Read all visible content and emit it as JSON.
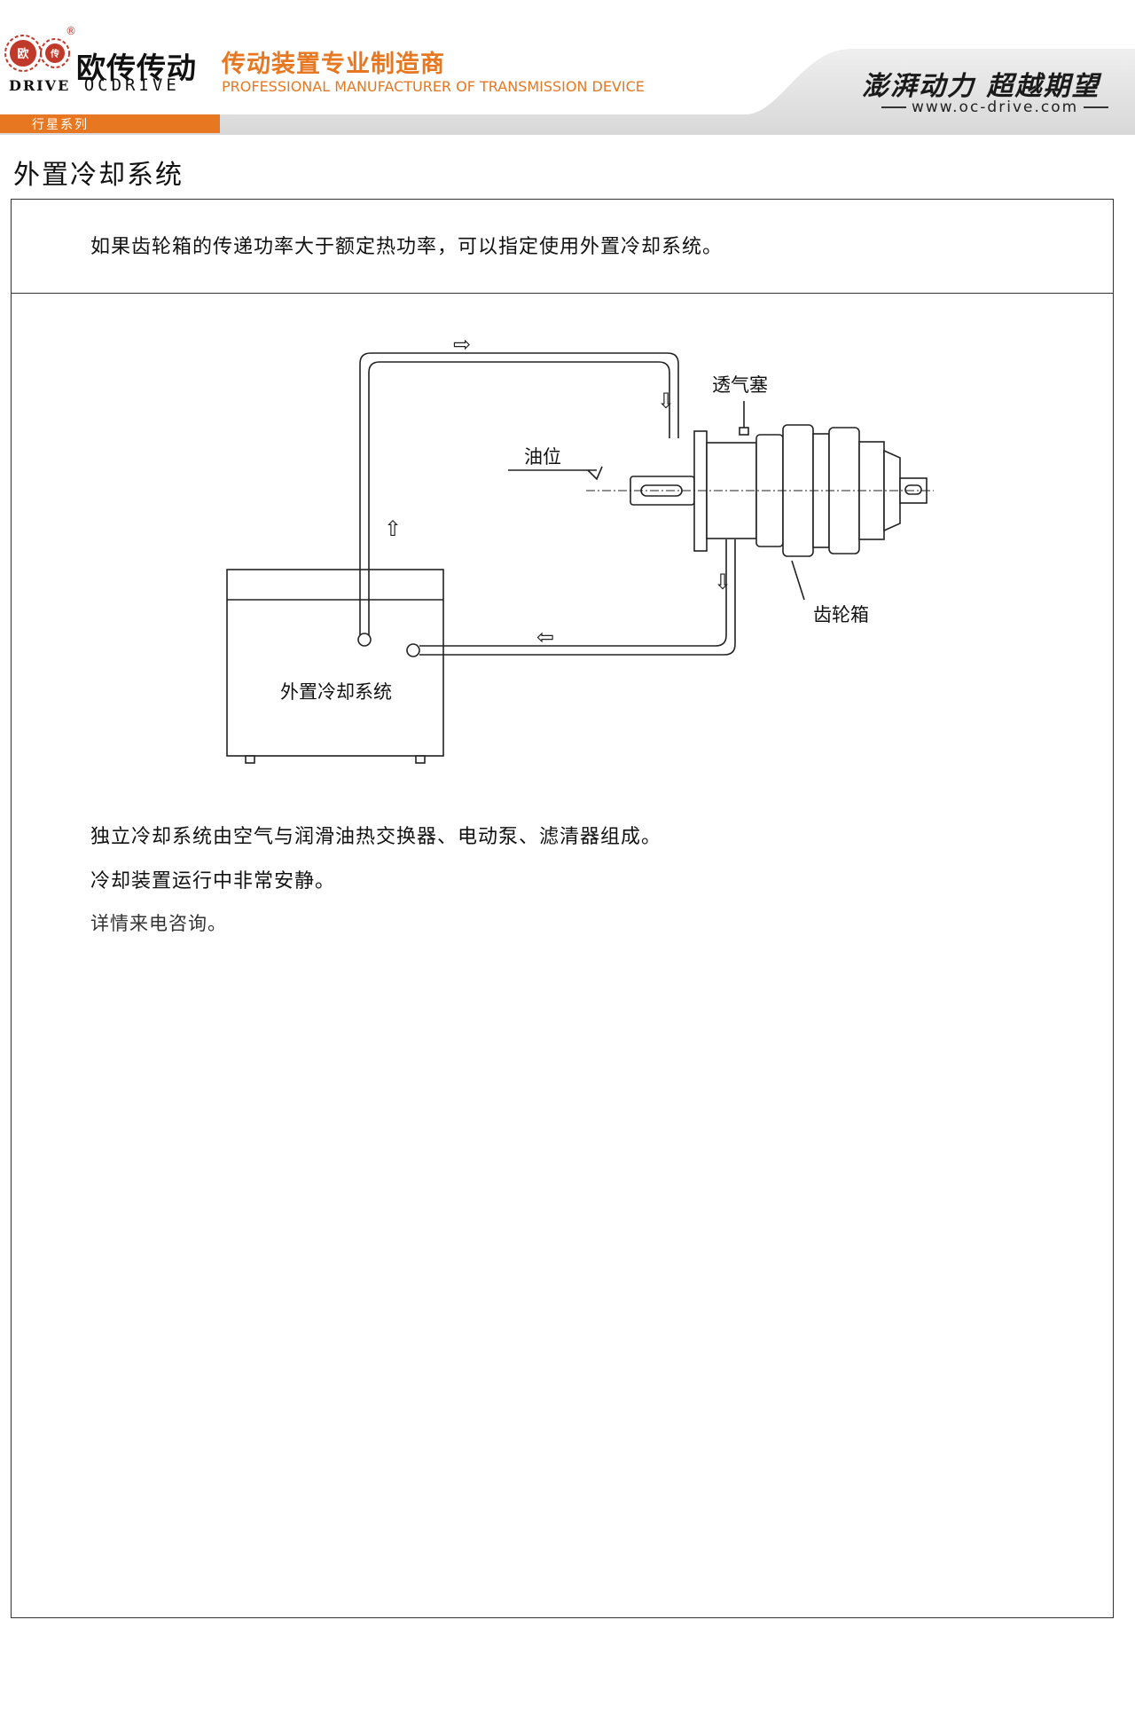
{
  "header": {
    "logo_char_1": "欧",
    "logo_char_2": "传",
    "brand_cn": "欧传传动",
    "brand_en_prefix": "DRIVE",
    "brand_en": "OCDRIVE",
    "registered": "®",
    "tagline_cn": "传动装置专业制造商",
    "tagline_en": "PROFESSIONAL MANUFACTURER OF TRANSMISSION DEVICE",
    "slogan": "澎湃动力 超越期望",
    "website": "www.oc-drive.com",
    "series": "行星系列"
  },
  "colors": {
    "accent": "#e87722",
    "band": "#e3e3e3",
    "ink": "#111111"
  },
  "page": {
    "title": "外置冷却系统",
    "intro": "如果齿轮箱的传递功率大于额定热功率，可以指定使用外置冷却系统。"
  },
  "diagram": {
    "label_breather": "透气塞",
    "label_oil_level": "油位",
    "label_gearbox": "齿轮箱",
    "label_cooler": "外置冷却系统",
    "arrow_right": "⇨",
    "arrow_down": "⇩",
    "arrow_up": "⇧",
    "arrow_left": "⇦"
  },
  "notes": [
    "独立冷却系统由空气与润滑油热交换器、电动泵、滤清器组成。",
    "冷却装置运行中非常安静。",
    "详情来电咨询。"
  ]
}
